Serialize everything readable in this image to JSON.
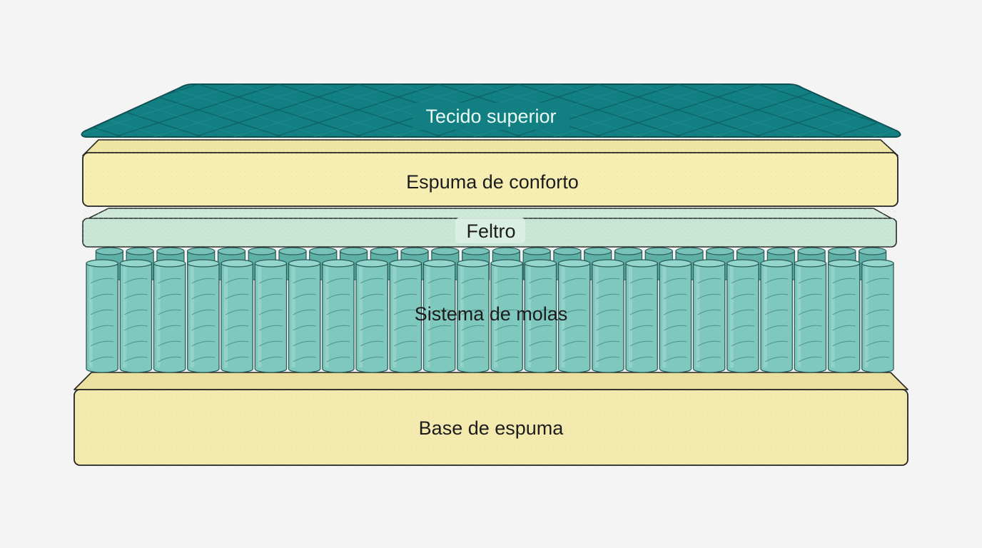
{
  "layers": [
    {
      "id": "top-fabric",
      "label": "Tecido superior",
      "color": "#127f83",
      "edge": "#0f5a5e"
    },
    {
      "id": "comfort-foam",
      "label": "Espuma de conforto",
      "color": "#f6eeb2",
      "edge": "#222222"
    },
    {
      "id": "felt",
      "label": "Feltro",
      "color": "#c9e6d6",
      "edge": "#2a2a2a"
    },
    {
      "id": "spring-system",
      "label": "Sistema de molas",
      "color": "#7fc8bd",
      "edge": "#2b5c58"
    },
    {
      "id": "foam-base",
      "label": "Base de espuma",
      "color": "#f4e9ae",
      "edge": "#222222"
    }
  ],
  "springs": {
    "front_row_count": 24,
    "back_row_count": 26
  }
}
